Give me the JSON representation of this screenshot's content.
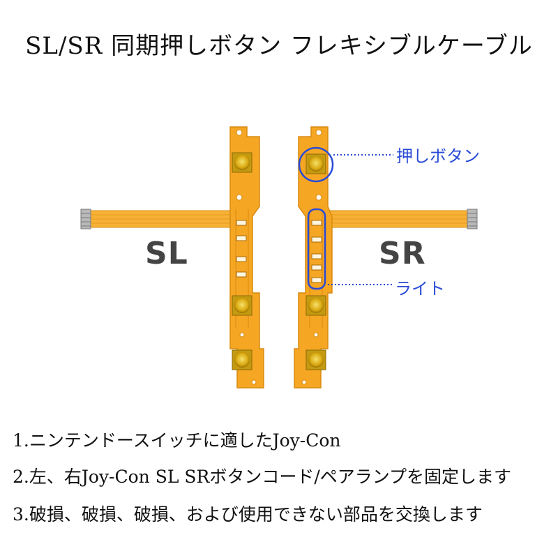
{
  "title": "SL/SR 同期押しボタン フレキシブルケーブル",
  "labels": {
    "left": "SL",
    "right": "SR"
  },
  "callouts": {
    "push_button": "押しボタン",
    "light": "ライト"
  },
  "features": [
    "1.ニンテンドースイッチに適したJoy-Con",
    "2.左、右Joy-Con SL SRボタンコード/ペアランプを固定します",
    "3.破損、破損、破損、および使用できない部品を交換します"
  ],
  "colors": {
    "flex": "#f5a623",
    "flex_edge": "#d88a10",
    "ribbon": "#f7b236",
    "button": "#e8c21a",
    "callout": "#2a4bd7"
  }
}
